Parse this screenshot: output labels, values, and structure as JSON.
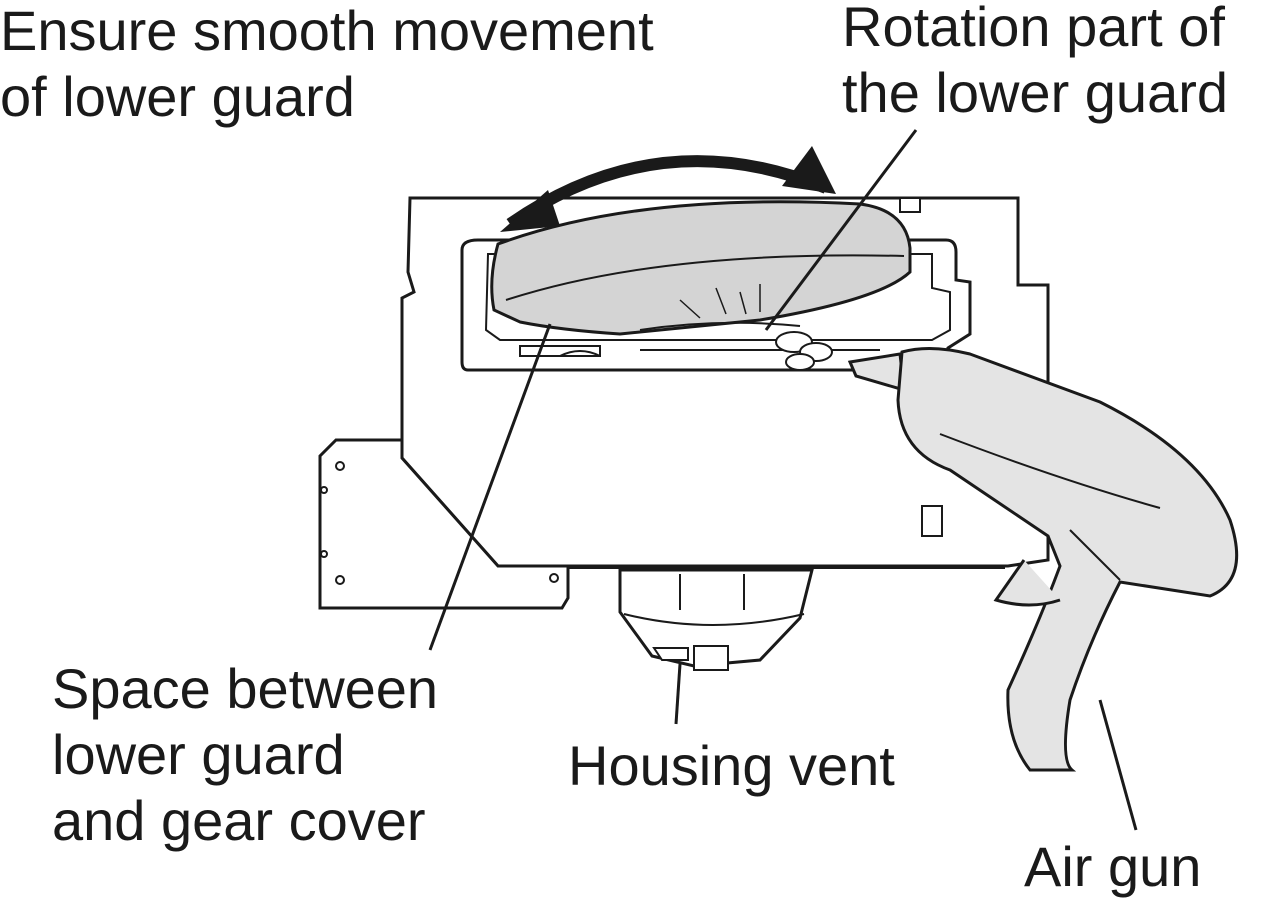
{
  "labels": {
    "smooth_movement": [
      "Ensure smooth movement",
      "of lower guard"
    ],
    "rotation_part": [
      "Rotation part of",
      "the lower guard"
    ],
    "space_between": [
      "Space between",
      "lower guard",
      "and gear cover"
    ],
    "housing_vent": [
      "Housing vent"
    ],
    "air_gun": [
      "Air gun"
    ]
  },
  "colors": {
    "ink": "#1a1a1a",
    "guard_fill": "#d4d4d4",
    "gun_fill": "#e4e4e4",
    "background": "#ffffff"
  }
}
